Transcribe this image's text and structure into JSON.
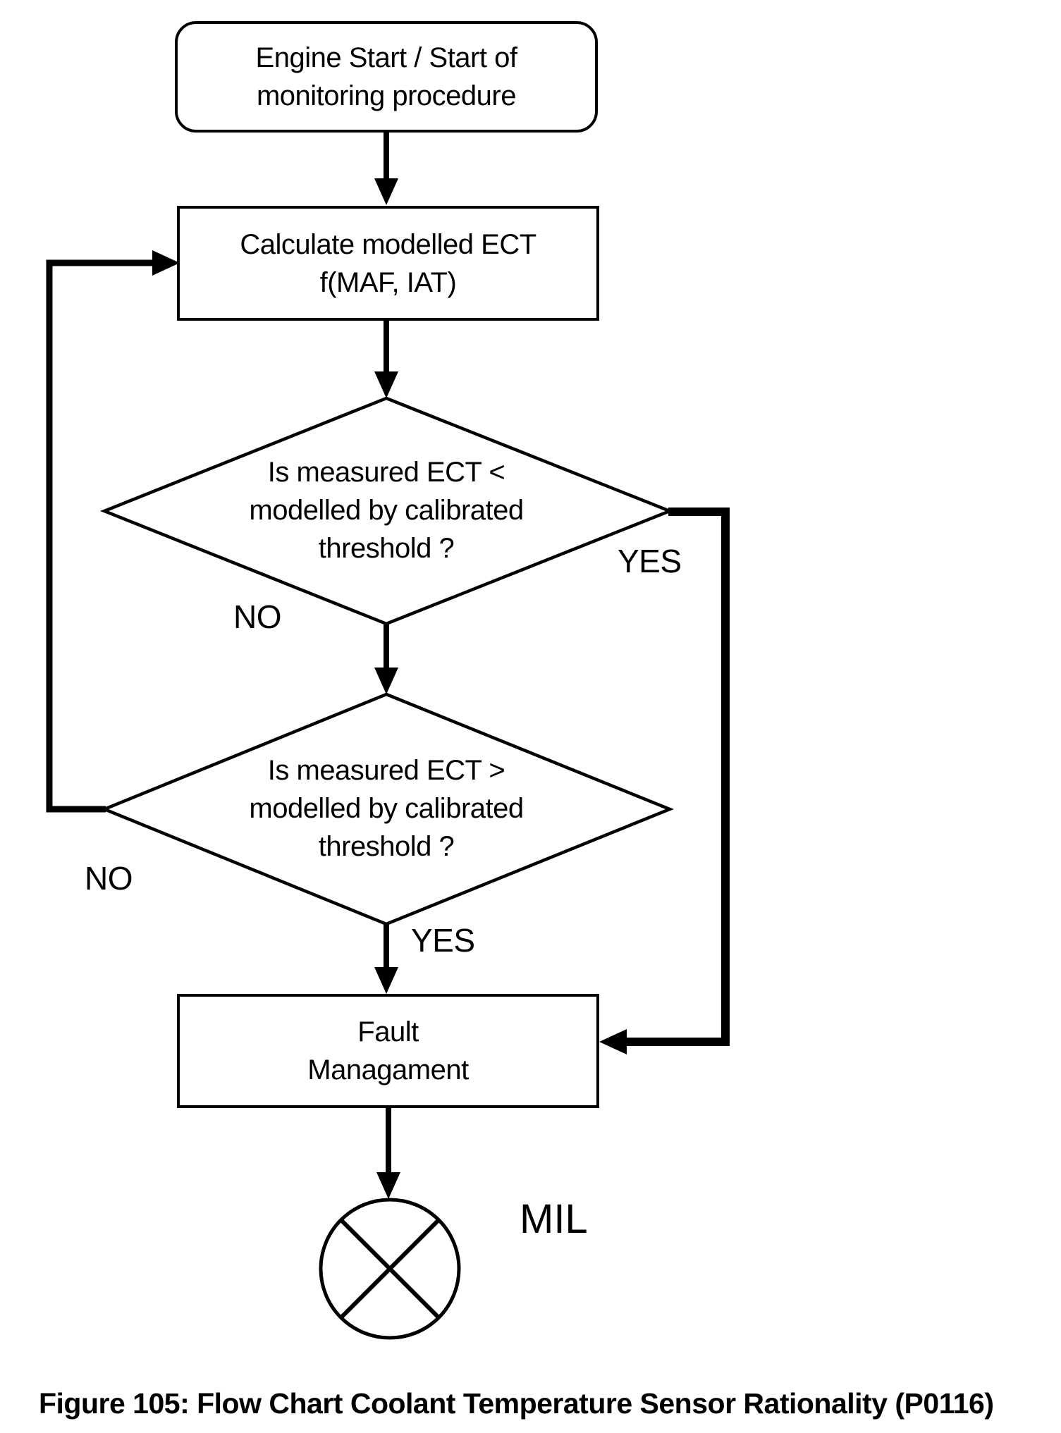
{
  "figure": {
    "caption": "Figure 105: Flow Chart Coolant Temperature Sensor Rationality (P0116)"
  },
  "nodes": {
    "start": {
      "lines": [
        "Engine Start / Start of",
        "monitoring procedure"
      ]
    },
    "calculate": {
      "lines": [
        "Calculate modelled ECT",
        "f(MAF, IAT)"
      ]
    },
    "decision1": {
      "lines": [
        "Is measured ECT <",
        "modelled by calibrated",
        "threshold ?"
      ]
    },
    "decision2": {
      "lines": [
        "Is measured ECT >",
        "modelled by calibrated",
        "threshold ?"
      ]
    },
    "fault": {
      "lines": [
        "Fault",
        "Managament"
      ]
    },
    "mil": {
      "label": "MIL"
    }
  },
  "edges": {
    "decision1_yes": "YES",
    "decision1_no": "NO",
    "decision2_yes": "YES",
    "decision2_no": "NO"
  },
  "colors": {
    "ink": "#000000",
    "background": "#ffffff"
  }
}
